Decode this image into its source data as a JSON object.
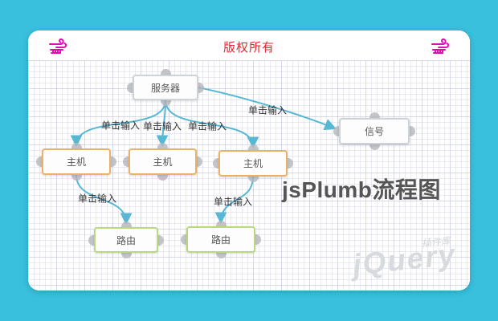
{
  "page": {
    "background_color": "#38c0dd"
  },
  "header": {
    "title": "版权所有",
    "title_color": "#e8222e",
    "left_icon": "wind-icon",
    "right_icon": "wind-icon",
    "icon_color": "#e10bb8"
  },
  "diagram": {
    "heading": "jsPlumb流程图",
    "nodes": [
      {
        "id": "server",
        "label": "服务器",
        "type": "default"
      },
      {
        "id": "signal",
        "label": "信号",
        "type": "default"
      },
      {
        "id": "host1",
        "label": "主机",
        "type": "host"
      },
      {
        "id": "host2",
        "label": "主机",
        "type": "host"
      },
      {
        "id": "host3",
        "label": "主机",
        "type": "host"
      },
      {
        "id": "router1",
        "label": "路由",
        "type": "router"
      },
      {
        "id": "router2",
        "label": "路由",
        "type": "router"
      }
    ],
    "connections": [
      {
        "from": "server",
        "to": "host1",
        "label": "单击输入"
      },
      {
        "from": "server",
        "to": "host2",
        "label": "单击输入"
      },
      {
        "from": "server",
        "to": "host3",
        "label": "单击输入"
      },
      {
        "from": "server",
        "to": "signal",
        "label": "单击输入"
      },
      {
        "from": "host1",
        "to": "router1",
        "label": "单击输入"
      },
      {
        "from": "host3",
        "to": "router2",
        "label": "单击输入"
      }
    ],
    "colors": {
      "connector": "#58b7d3",
      "endpoint": "#b4b7bb",
      "node_border_default": "#ccd4da",
      "node_border_host": "#e9b269",
      "node_border_router": "#b7da7e"
    }
  },
  "watermark": {
    "brand": "jQuery",
    "badge": "插件库"
  }
}
